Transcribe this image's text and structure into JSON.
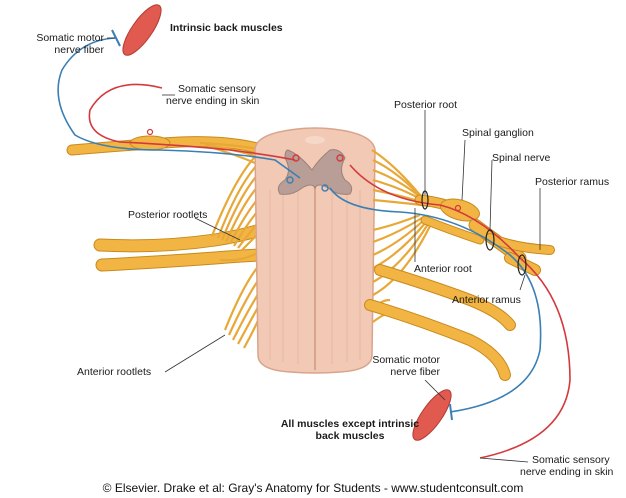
{
  "labels": {
    "intrinsic_back_muscles": "Intrinsic back muscles",
    "somatic_motor_top_1": "Somatic motor",
    "somatic_motor_top_2": "nerve fiber",
    "somatic_sensory_top_1": "Somatic sensory",
    "somatic_sensory_top_2": "nerve ending in skin",
    "posterior_root": "Posterior root",
    "spinal_ganglion": "Spinal ganglion",
    "spinal_nerve": "Spinal nerve",
    "posterior_ramus": "Posterior ramus",
    "posterior_rootlets": "Posterior rootlets",
    "anterior_root": "Anterior root",
    "anterior_ramus": "Anterior ramus",
    "anterior_rootlets": "Anterior rootlets",
    "somatic_motor_bottom_1": "Somatic motor",
    "somatic_motor_bottom_2": "nerve fiber",
    "all_muscles_1": "All muscles except intrinsic",
    "all_muscles_2": "back muscles",
    "somatic_sensory_bottom_1": "Somatic sensory",
    "somatic_sensory_bottom_2": "nerve ending in skin"
  },
  "caption": "© Elsevier. Drake et al: Gray's Anatomy for Students - www.studentconsult.com",
  "colors": {
    "nerve": "#f2b544",
    "nerve_dark": "#c88a1c",
    "cord": "#f1c9b4",
    "cord_dark": "#d9a48c",
    "grey_matter": "#b89e96",
    "motor_fiber": "#3a7fb5",
    "sensory_fiber": "#d4393d",
    "muscle": "#e05a50"
  }
}
